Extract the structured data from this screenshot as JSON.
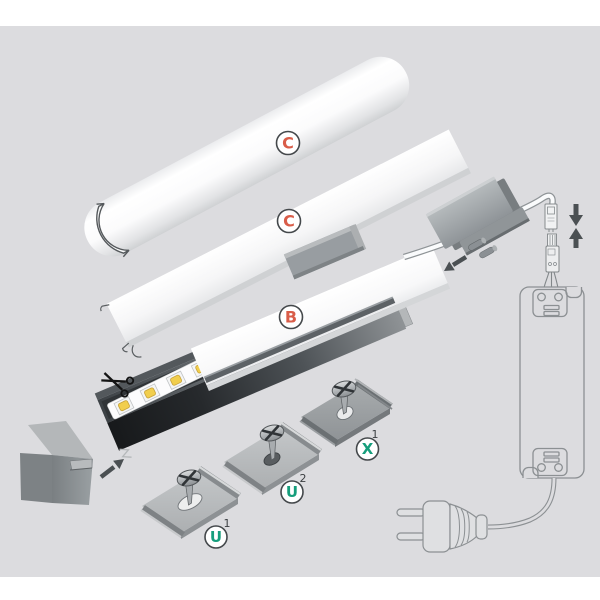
{
  "diagram": {
    "labels": {
      "cover_round": {
        "letter": "C",
        "color": "#d95d49"
      },
      "cover_flat": {
        "letter": "C",
        "color": "#d95d49"
      },
      "cover_slide": {
        "letter": "B",
        "color": "#d95d49"
      },
      "bracket_x1": {
        "letter": "X",
        "sup": "1",
        "color": "#169e7c"
      },
      "bracket_u2": {
        "letter": "U",
        "sup": "2",
        "color": "#169e7c"
      },
      "bracket_u1": {
        "letter": "U",
        "sup": "1",
        "color": "#169e7c"
      }
    },
    "colors": {
      "page": "#ffffff",
      "background": "#dcdcdf",
      "outline": "#8c9093",
      "arrow": "#4b5053",
      "led_chip": "#f1ce4d",
      "label_ring": "#44484b",
      "superscript": "#3b3f42"
    },
    "icons": [
      "scissors-icon",
      "insert-arrow-icon",
      "detach-arrow-icon",
      "connect-arrow-down-icon",
      "connect-arrow-up-icon"
    ]
  }
}
